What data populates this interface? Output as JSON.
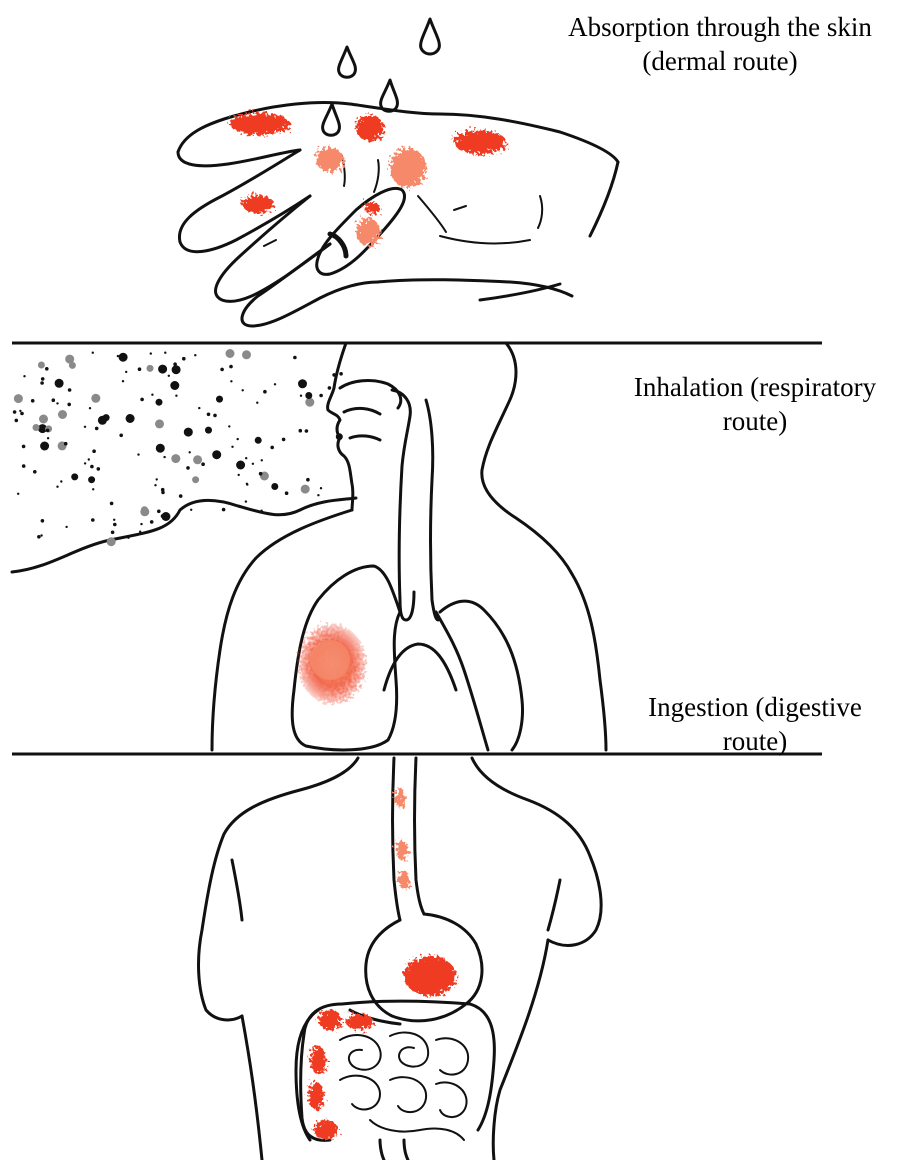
{
  "labels": {
    "dermal": {
      "line1": "Absorption through the skin",
      "line2": "(dermal route)"
    },
    "respiratory": {
      "line1": "Inhalation (respiratory",
      "line2": "route)"
    },
    "digestive": {
      "line1": "Ingestion (digestive",
      "line2": "route)"
    }
  },
  "colors": {
    "exposure": "#ee3b24",
    "exposure_light": "#f5896b",
    "ink": "#111111",
    "particle_dark": "#111111",
    "particle_grey": "#8a8a8a"
  },
  "icons": [
    "droplet-icon",
    "hand-icon",
    "head-profile-icon",
    "lungs-icon",
    "torso-icon",
    "stomach-icon",
    "intestines-icon",
    "particle-cloud-icon"
  ]
}
